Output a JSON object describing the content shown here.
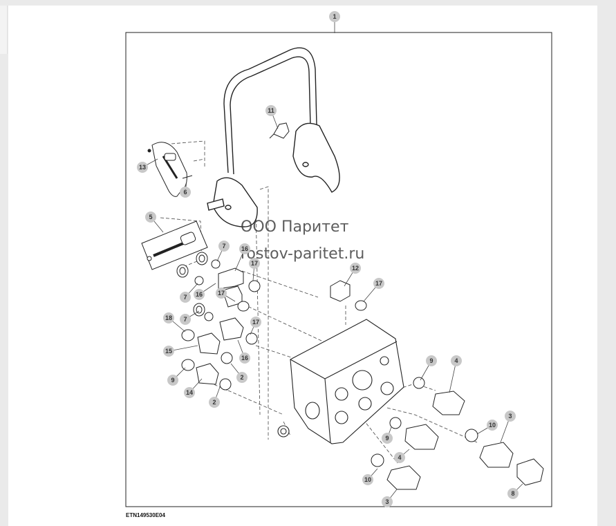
{
  "watermark": {
    "line1": "ООО Паритет",
    "line2": "rostov-paritet.ru"
  },
  "figure_id": "ETN149530E04",
  "callouts": [
    {
      "id": "c1",
      "label": "1"
    },
    {
      "id": "c11",
      "label": "11"
    },
    {
      "id": "c13",
      "label": "13"
    },
    {
      "id": "c6",
      "label": "6"
    },
    {
      "id": "c5",
      "label": "5"
    },
    {
      "id": "c7a",
      "label": "7"
    },
    {
      "id": "c16a",
      "label": "16"
    },
    {
      "id": "c17a",
      "label": "17"
    },
    {
      "id": "c12",
      "label": "12"
    },
    {
      "id": "c17b",
      "label": "17"
    },
    {
      "id": "c7b",
      "label": "7"
    },
    {
      "id": "c16b",
      "label": "16"
    },
    {
      "id": "c17c",
      "label": "17"
    },
    {
      "id": "c7c",
      "label": "7"
    },
    {
      "id": "c18",
      "label": "18"
    },
    {
      "id": "c17d",
      "label": "17"
    },
    {
      "id": "c15",
      "label": "15"
    },
    {
      "id": "c16c",
      "label": "16"
    },
    {
      "id": "c9a",
      "label": "9"
    },
    {
      "id": "c4a",
      "label": "4"
    },
    {
      "id": "c9b",
      "label": "9"
    },
    {
      "id": "c2a",
      "label": "2"
    },
    {
      "id": "c14",
      "label": "14"
    },
    {
      "id": "c2b",
      "label": "2"
    },
    {
      "id": "c10a",
      "label": "10"
    },
    {
      "id": "c3a",
      "label": "3"
    },
    {
      "id": "c9c",
      "label": "9"
    },
    {
      "id": "c4b",
      "label": "4"
    },
    {
      "id": "c10b",
      "label": "10"
    },
    {
      "id": "c3b",
      "label": "3"
    },
    {
      "id": "c8",
      "label": "8"
    }
  ]
}
